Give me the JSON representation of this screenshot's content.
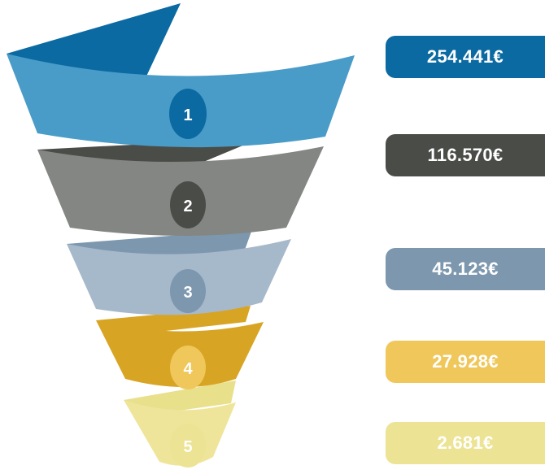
{
  "stages": [
    {
      "number": "1",
      "value": "254.441€",
      "color": "#4a9cc8",
      "dark": "#0b6aa2",
      "badge": "#0b6aa2",
      "pill": "#0b6aa2"
    },
    {
      "number": "2",
      "value": "116.570€",
      "color": "#838682",
      "dark": "#4a4c48",
      "badge": "#4a4c48",
      "pill": "#4a4c48"
    },
    {
      "number": "3",
      "value": "45.123€",
      "color": "#a6b9cb",
      "dark": "#7c97ae",
      "badge": "#7c97ae",
      "pill": "#7c97ae"
    },
    {
      "number": "4",
      "value": "27.928€",
      "color": "#d8a423",
      "dark": "#d8a423",
      "badge": "#f0c75a",
      "pill": "#f0c75a"
    },
    {
      "number": "5",
      "value": "2.681€",
      "color": "#efe59a",
      "dark": "#e9e08c",
      "badge": "#ede394",
      "pill": "#ede394"
    }
  ]
}
